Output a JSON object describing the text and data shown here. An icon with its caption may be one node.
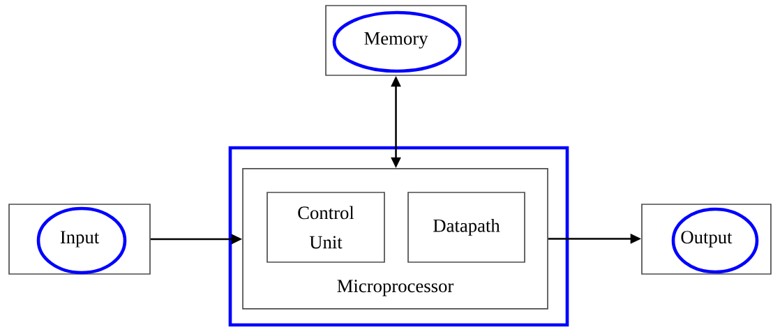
{
  "diagram": {
    "nodes": [
      {
        "text": [
          "Memory"
        ]
      },
      {
        "text": [
          "Input"
        ]
      },
      {
        "text": [
          "Microprocessor"
        ]
      },
      {
        "text": [
          "Control Unit"
        ],
        "in": 2
      },
      {
        "text": [
          "Datapath"
        ],
        "in": 2
      },
      {
        "text": [
          "Output"
        ]
      }
    ],
    "edges": [
      {
        "from": 0,
        "to": 2,
        "arrow": "both"
      },
      {
        "from": 1,
        "to": 2,
        "arrow": "to"
      },
      {
        "from": 2,
        "to": 5,
        "arrow": "to"
      }
    ]
  }
}
